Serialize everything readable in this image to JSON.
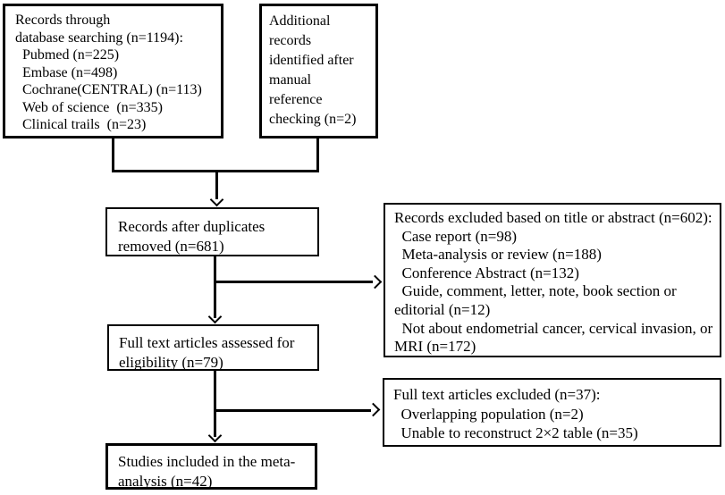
{
  "figure": {
    "background_color": "#ffffff",
    "line_color": "#000000",
    "text_color": "#000000"
  },
  "boxes": {
    "records_db": {
      "lines": [
        "Records through",
        "database searching (n=1194):",
        "  Pubmed (n=225)",
        "  Embase (n=498)",
        "  Cochrane(CENTRAL) (n=113)",
        "  Web of science  (n=335)",
        "  Clinical trails  (n=23)"
      ]
    },
    "records_manual": {
      "lines": [
        "Additional",
        "records",
        "identified after",
        "manual",
        "reference",
        "checking (n=2)"
      ]
    },
    "duplicates_removed": {
      "lines": [
        "Records after duplicates",
        "removed (n=681)"
      ]
    },
    "excluded_title_abstract": {
      "lines": [
        "Records excluded based on title or abstract (n=602):",
        "  Case report (n=98)",
        "  Meta-analysis or review (n=188)",
        "  Conference Abstract (n=132)",
        "  Guide, comment, letter, note, book section or",
        "editorial (n=12)",
        "  Not about endometrial cancer, cervical invasion, or",
        "MRI (n=172)"
      ]
    },
    "fulltext_assessed": {
      "lines": [
        "Full text articles assessed for",
        "eligibility (n=79)"
      ]
    },
    "fulltext_excluded": {
      "lines": [
        "Full text articles excluded (n=37):",
        "  Overlapping population (n=2)",
        "  Unable to reconstruct 2×2 table (n=35)"
      ]
    },
    "included": {
      "lines": [
        "Studies included in the meta-",
        "analysis (n=42)"
      ]
    }
  }
}
